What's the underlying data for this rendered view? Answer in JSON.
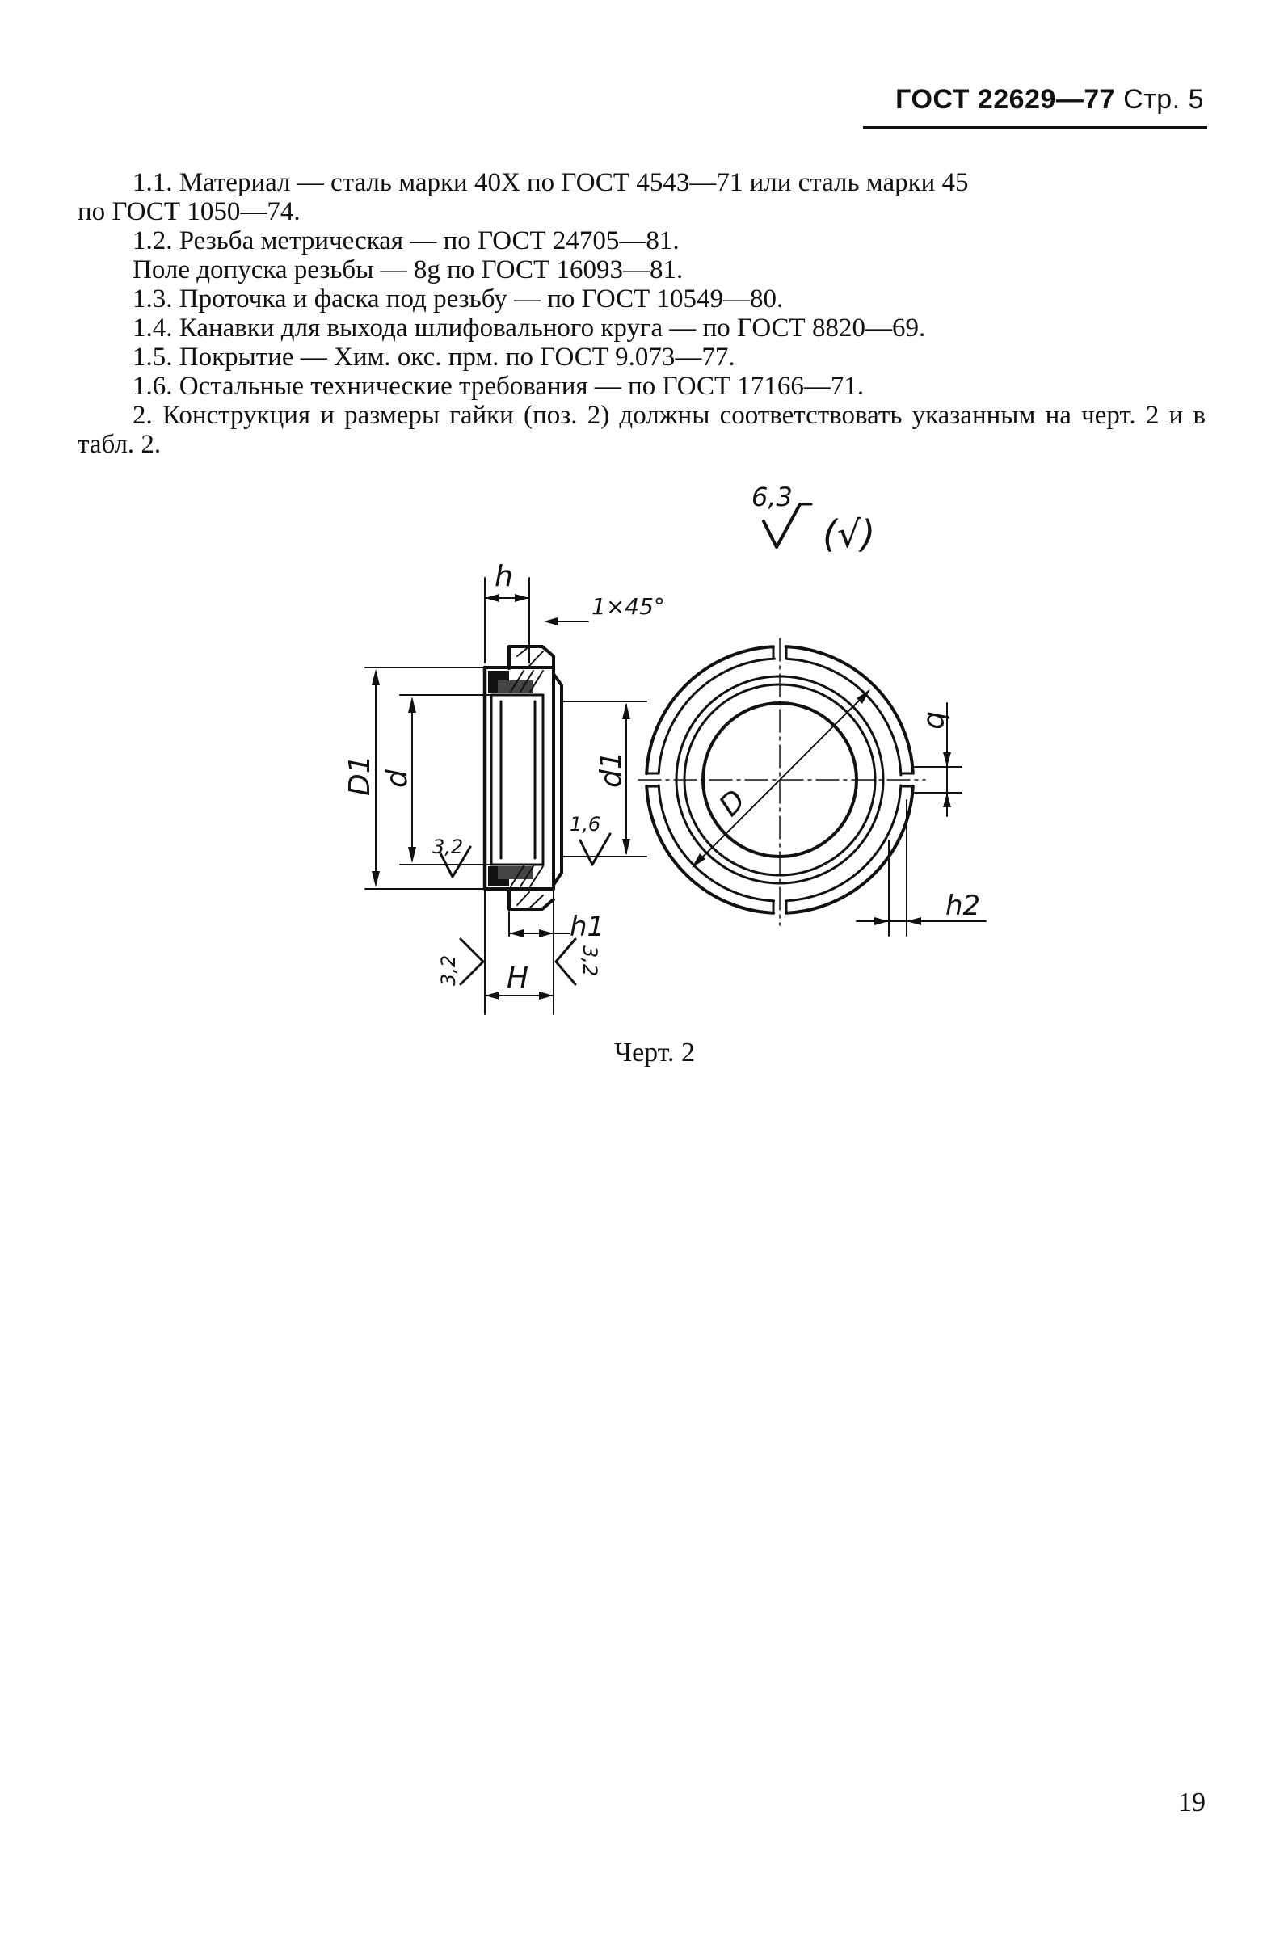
{
  "header": {
    "standard": "ГОСТ 22629—77",
    "page_label": "Стр. 5"
  },
  "paragraphs": [
    "1.1. Материал — сталь марки 40Х по ГОСТ 4543—71 или сталь марки 45",
    "по ГОСТ 1050—74.",
    "1.2. Резьба метрическая — по ГОСТ 24705—81.",
    "Поле допуска резьбы — 8g по ГОСТ 16093—81.",
    "1.3. Проточка и фаска под резьбу — по ГОСТ 10549—80.",
    "1.4. Канавки для выхода шлифовального круга — по ГОСТ 8820—69.",
    "1.5. Покрытие — Хим. окс. прм. по ГОСТ 9.073—77.",
    "1.6. Остальные технические требования — по ГОСТ 17166—71.",
    "2. Конструкция и размеры гайки (поз. 2) должны соответствовать указанным на черт. 2 и в табл. 2."
  ],
  "drawing": {
    "roughness_general": "6,3",
    "roughness_general_suffix": "(√)",
    "labels": {
      "h": "h",
      "chamfer": "1×45°",
      "D1": "D1",
      "d": "d",
      "d1": "d1",
      "r32_inner": "3,2",
      "r16": "1,6",
      "h1": "h1",
      "r32_left": "3,2",
      "H": "H",
      "r32_right": "3,2",
      "D": "D",
      "b": "b",
      "h2": "h2"
    }
  },
  "caption": "Черт. 2",
  "page_number": "19"
}
